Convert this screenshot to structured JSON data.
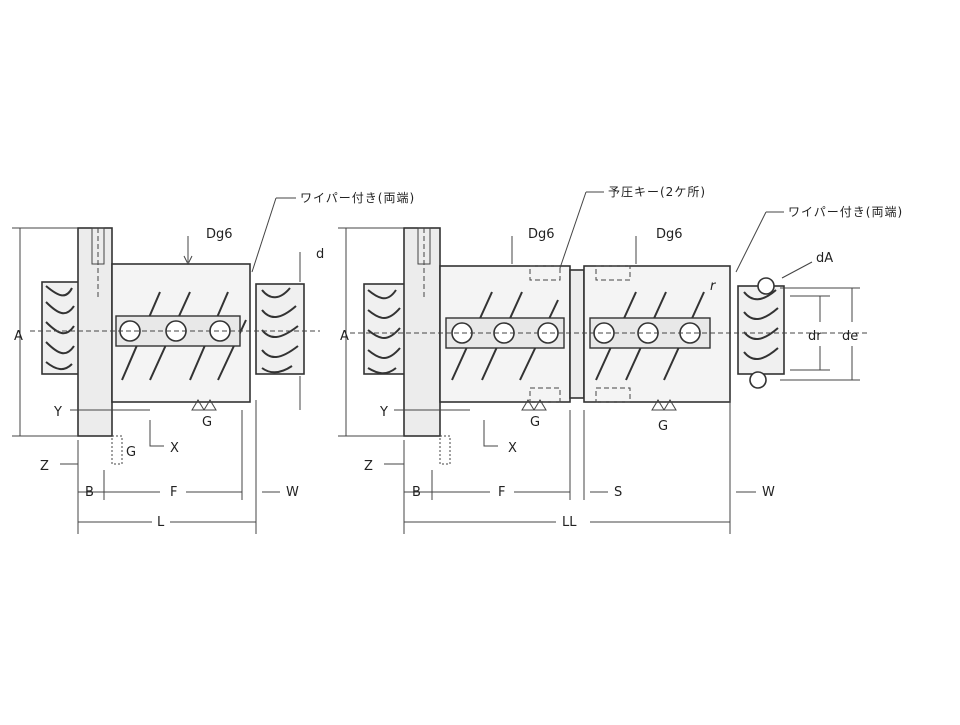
{
  "left_view": {
    "wiper_note": "ワイパー付き(両端)",
    "dim_A": "A",
    "dim_D": "Dg6",
    "dim_d": "d",
    "dim_Y": "Y",
    "dim_Z": "Z",
    "dim_X": "X",
    "dim_G_top": "G",
    "dim_G_side": "G",
    "dim_B": "B",
    "dim_F": "F",
    "dim_W": "W",
    "dim_L": "L"
  },
  "right_view": {
    "preload_key_note": "予圧キー(2ケ所)",
    "wiper_note": "ワイパー付き(両端)",
    "dim_A": "A",
    "dim_D_left": "Dg6",
    "dim_D_right": "Dg6",
    "dim_da": "dA",
    "dim_dr": "dr",
    "dim_de": "de",
    "dim_r": "r",
    "dim_Y": "Y",
    "dim_Z": "Z",
    "dim_X": "X",
    "dim_G_left": "G",
    "dim_G_right": "G",
    "dim_B": "B",
    "dim_F": "F",
    "dim_S": "S",
    "dim_W": "W",
    "dim_LL": "LL"
  }
}
